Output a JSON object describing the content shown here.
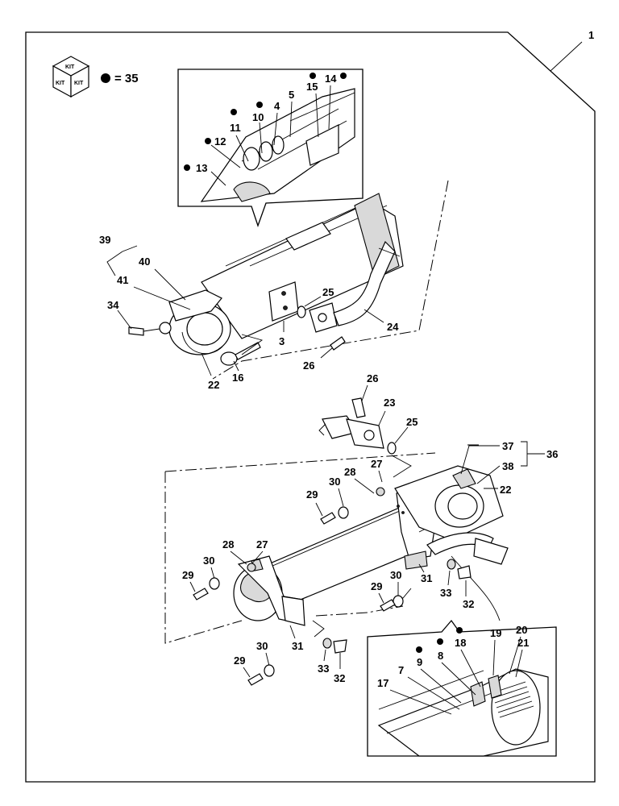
{
  "legend": {
    "kit_face_top": "KIT",
    "kit_face_left": "KIT",
    "kit_face_right": "KIT",
    "bullet_equals": "= 35",
    "kit_icon": "kit-box-icon",
    "bullet_icon": "filled-circle-icon"
  },
  "callouts": {
    "c1": "1",
    "c3": "3",
    "c4": "4",
    "c5": "5",
    "c7": "7",
    "c8": "8",
    "c9": "9",
    "c10": "10",
    "c11": "11",
    "c12": "12",
    "c13": "13",
    "c14": "14",
    "c15": "15",
    "c16": "16",
    "c17": "17",
    "c18": "18",
    "c19": "19",
    "c20": "20",
    "c21": "21",
    "c22a": "22",
    "c22b": "22",
    "c23": "23",
    "c24": "24",
    "c25a": "25",
    "c25b": "25",
    "c26a": "26",
    "c26b": "26",
    "c27a": "27",
    "c27b": "27",
    "c28a": "28",
    "c28b": "28",
    "c29a": "29",
    "c29b": "29",
    "c29c": "29",
    "c29d": "29",
    "c30a": "30",
    "c30b": "30",
    "c30c": "30",
    "c30d": "30",
    "c31a": "31",
    "c31b": "31",
    "c32a": "32",
    "c32b": "32",
    "c33a": "33",
    "c33b": "33",
    "c34": "34",
    "c36": "36",
    "c37": "37",
    "c38": "38",
    "c39": "39",
    "c40": "40",
    "c41": "41"
  }
}
